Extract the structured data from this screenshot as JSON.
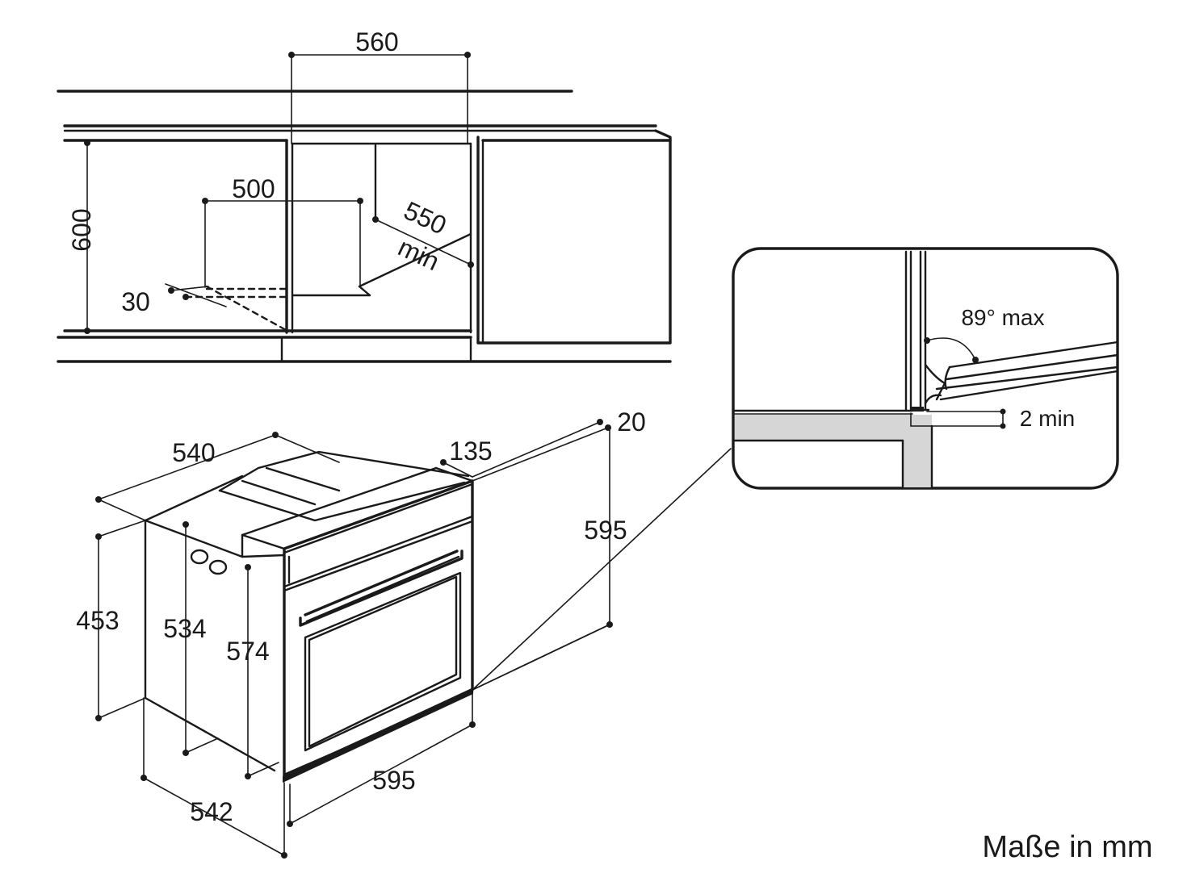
{
  "niche": {
    "dims": {
      "width": "560",
      "height": "600",
      "inner_width": "500",
      "depth_min_value": "550",
      "depth_min_suffix": "min",
      "vent_gap": "30"
    }
  },
  "oven": {
    "dims": {
      "top_depth": "540",
      "front_offset": "135",
      "front_thickness": "20",
      "front_height": "595",
      "side_height": "453",
      "inner_height": "534",
      "body_height": "574",
      "side_depth": "542",
      "front_width": "595"
    }
  },
  "detail": {
    "angle": "89° max",
    "gap": "2 min"
  },
  "footer": {
    "units": "Maße in mm"
  }
}
